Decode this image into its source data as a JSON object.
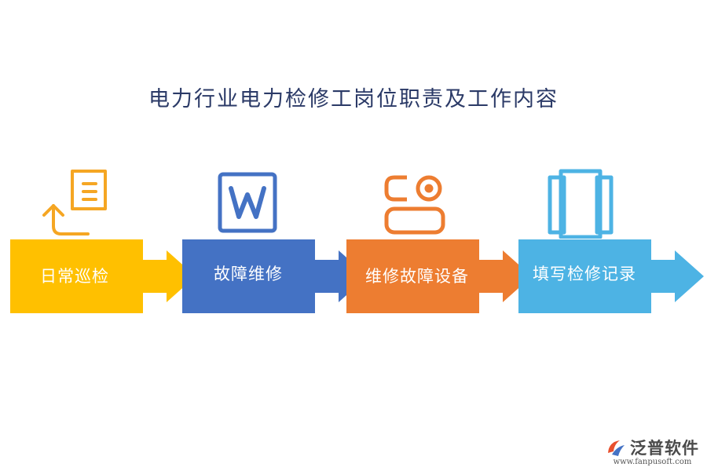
{
  "title": "电力行业电力检修工岗位职责及工作内容",
  "steps": [
    {
      "label": "日常巡检",
      "color": "#FFC000",
      "icon": "upload-document-icon"
    },
    {
      "label": "故障维修",
      "color": "#4472C4",
      "icon": "word-document-icon"
    },
    {
      "label": "维修故障设备",
      "color": "#ED7D31",
      "icon": "toggle-settings-icon"
    },
    {
      "label": "填写检修记录",
      "color": "#4DB3E4",
      "icon": "panels-icon"
    }
  ],
  "logo": {
    "name": "泛普软件",
    "url": "www.fanpusoft.com"
  }
}
